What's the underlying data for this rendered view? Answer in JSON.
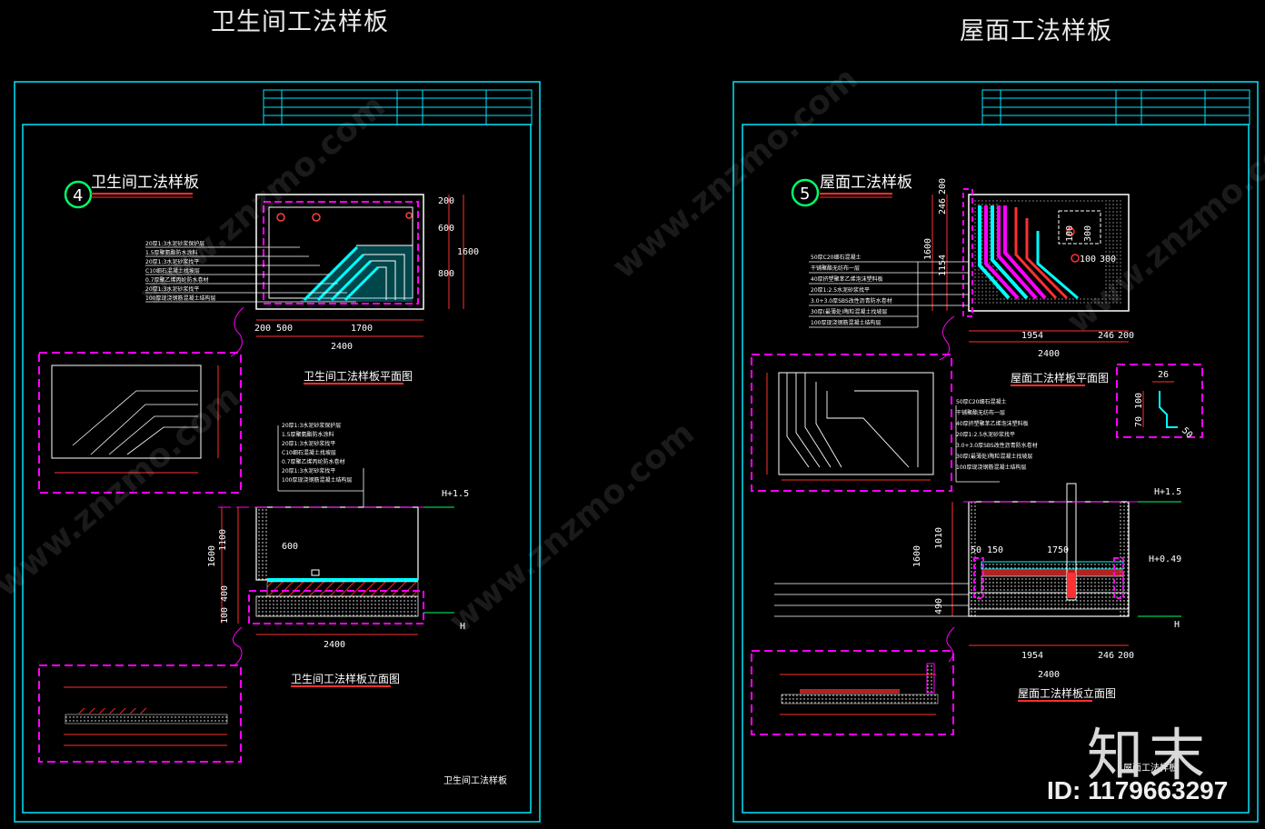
{
  "sheets": [
    {
      "heading": "卫生间工法样板",
      "badge_number": "4",
      "badge_title": "卫生间工法样板",
      "plan_caption": "卫生间工法样板平面图",
      "elevation_caption": "卫生间工法样板立面图",
      "sheet_label": "卫生间工法样板",
      "plan_dims": [
        "200",
        "500",
        "1700",
        "2400",
        "200",
        "600",
        "800",
        "1600"
      ],
      "elev_dims": [
        "600",
        "1100",
        "1600",
        "400",
        "100",
        "2400",
        "H+1.5",
        "H"
      ],
      "layers": [
        "20厚1:3水泥砂浆保护层",
        "1.5厚聚氨酯防水涂料",
        "20厚1:3水泥砂浆找平",
        "C10细石混凝土找坡层",
        "0.7厚聚乙烯丙纶防水卷材",
        "20厚1:3水泥砂浆找平",
        "100厚现浇钢筋混凝土结构层"
      ]
    },
    {
      "heading": "屋面工法样板",
      "badge_number": "5",
      "badge_title": "屋面工法样板",
      "plan_caption": "屋面工法样板平面图",
      "elevation_caption": "屋面工法样板立面图",
      "sheet_label": "屋面工法样板",
      "plan_dims": [
        "246",
        "200",
        "1600",
        "1154",
        "1954",
        "246",
        "200",
        "2400",
        "100",
        "300",
        "100",
        "300"
      ],
      "elev_dims": [
        "1010",
        "1600",
        "490",
        "1750",
        "150",
        "50",
        "2400",
        "1954",
        "246",
        "200",
        "H+1.5",
        "H+0.49",
        "H"
      ],
      "detail_dims": [
        "26",
        "100",
        "70",
        "50"
      ],
      "layers": [
        "50厚C20细石混凝土",
        "干铺聚酯无纺布一层",
        "40厚挤塑聚苯乙烯泡沫塑料板",
        "20厚1:2.5水泥砂浆找平",
        "3.0+3.0厚SBS改性沥青防水卷材",
        "30厚(最薄处)陶粒混凝土找坡层",
        "100厚现浇钢筋混凝土结构层"
      ]
    }
  ],
  "watermark_text": "www.znzmo.com",
  "brand": "知末",
  "id_label": "ID: 1179663297",
  "colors": {
    "frame": "#00e5ff",
    "magenta": "#ff00ff",
    "red": "#ff3030",
    "cyan": "#00ffff",
    "green": "#00ff66",
    "white": "#ffffff",
    "yellow": "#ffff00"
  }
}
